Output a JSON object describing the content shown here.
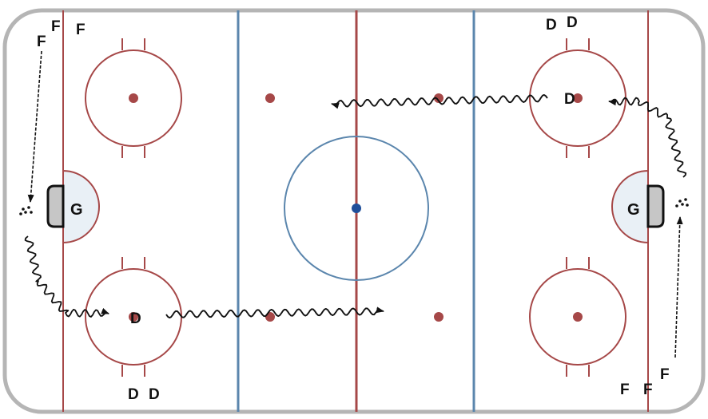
{
  "colors": {
    "red_line": "#a64848",
    "blue_line": "#5b86ad",
    "faceoff_dot": "#a64848",
    "center_dot": "#1f4f9a",
    "crease_fill": "#e9f0f6",
    "net_fill": "#c6c6c6",
    "board": "#b5b5b5",
    "player_text": "#111111"
  },
  "players": {
    "top_left_f1": "F",
    "top_left_f2": "F",
    "top_left_f3": "F",
    "top_right_d1": "D",
    "top_right_d2": "D",
    "right_d_circle": "D",
    "left_goalie": "G",
    "right_goalie": "G",
    "left_d_circle": "D",
    "bottom_left_d1": "D",
    "bottom_left_d2": "D",
    "bottom_right_f1": "F",
    "bottom_right_f2": "F",
    "bottom_right_f3": "F"
  },
  "icons": {
    "puck_pile": "puck-pile-icon",
    "skate_path": "skating-path-icon",
    "pass_arrow": "pass-arrow-icon"
  }
}
